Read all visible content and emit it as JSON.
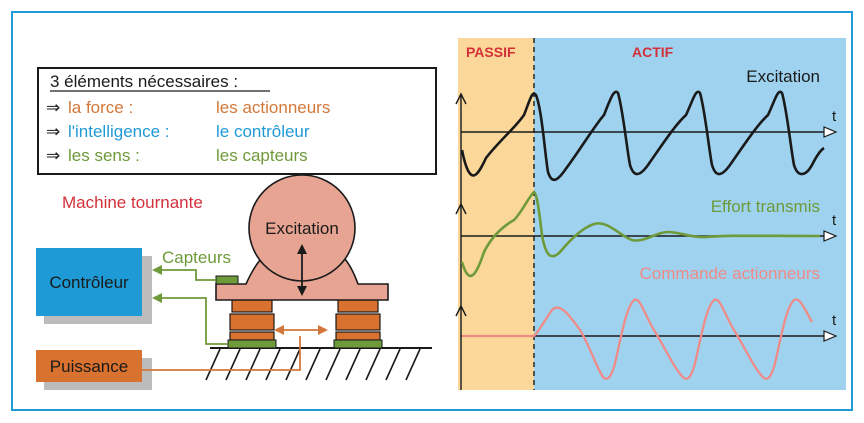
{
  "requirements": {
    "title": "3 éléments nécessaires :",
    "arrow": "⇒",
    "rows": [
      {
        "term": "la force :",
        "means": "les actionneurs",
        "color": "#d2783a"
      },
      {
        "term": "l'intelligence :",
        "means": "le contrôleur",
        "color": "#1e9ad6"
      },
      {
        "term": "les sens :",
        "means": "les capteurs",
        "color": "#6f9a3a"
      }
    ]
  },
  "machine": {
    "title": "Machine tournante",
    "rotor_label": "Excitation",
    "sensors_label": "Capteurs",
    "controller_label": "Contrôleur",
    "power_label": "Puissance"
  },
  "plots": {
    "passive_label": "PASSIF",
    "active_label": "ACTIF",
    "excitation_label": "Excitation",
    "transmitted_label": "Effort transmis",
    "command_label": "Commande actionneurs",
    "time_label": "t"
  },
  "colors": {
    "frame": "#1e9ad6",
    "passive_bg": "#fbd89a",
    "active_bg": "#9fd2ee",
    "machine_body": "#e8a493",
    "actuator": "#d9712f",
    "controller": "#1e9ad6",
    "sensor_green": "#6f9a3a",
    "power_orange": "#d2783a",
    "title_red": "#d4303a",
    "signal_black": "#1a1a1a",
    "signal_green": "#6f9a3a",
    "signal_pink": "#f08a86"
  }
}
